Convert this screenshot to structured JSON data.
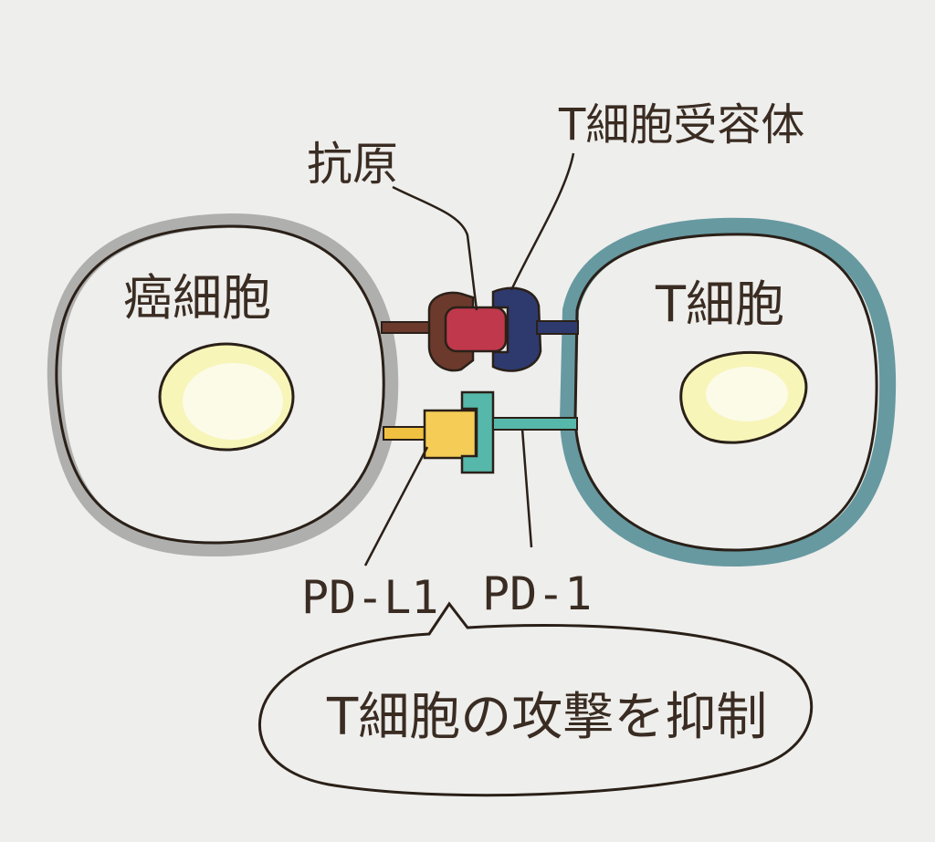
{
  "labels": {
    "antigen": "抗原",
    "tcr": "T細胞受容体",
    "cancer_cell": "癌細胞",
    "t_cell": "T細胞",
    "pdl1": "PD-L1",
    "pd1": "PD-1",
    "speech": "T細胞の攻撃を抑制"
  },
  "colors": {
    "background": "#eeeeec",
    "ink": "#2a2018",
    "cancer_membrane": "#8f8f8f",
    "t_cell_membrane": "#4f8a94",
    "nucleus": "#f2f07c",
    "antigen": "#c0384c",
    "mhc": "#6b3a2c",
    "tcr": "#2e3a6e",
    "pdl1": "#f0c040",
    "pd1": "#4fb6a8"
  }
}
